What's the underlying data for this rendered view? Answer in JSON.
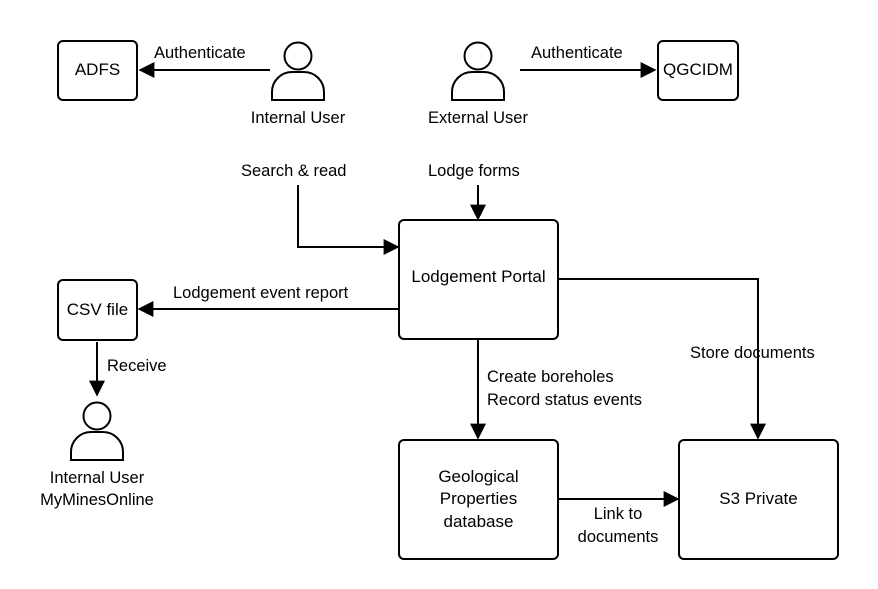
{
  "nodes": {
    "adfs": "ADFS",
    "qgcidm": "QGCIDM",
    "csv_file": "CSV file",
    "portal": "Lodgement Portal",
    "geo_db": [
      "Geological",
      "Properties",
      "database"
    ],
    "s3": "S3 Private"
  },
  "actors": {
    "internal_user": "Internal User",
    "external_user": "External User",
    "mymines_user": [
      "Internal User",
      "MyMinesOnline"
    ]
  },
  "edges": {
    "auth_adfs": "Authenticate",
    "auth_qgcidm": "Authenticate",
    "search_read": "Search & read",
    "lodge_forms": "Lodge forms",
    "event_report": "Lodgement event report",
    "receive": "Receive",
    "create_boreholes": [
      "Create boreholes",
      "Record status events"
    ],
    "store_docs": "Store documents",
    "link_docs": [
      "Link to",
      "documents"
    ]
  },
  "icons": [
    "user-icon"
  ]
}
